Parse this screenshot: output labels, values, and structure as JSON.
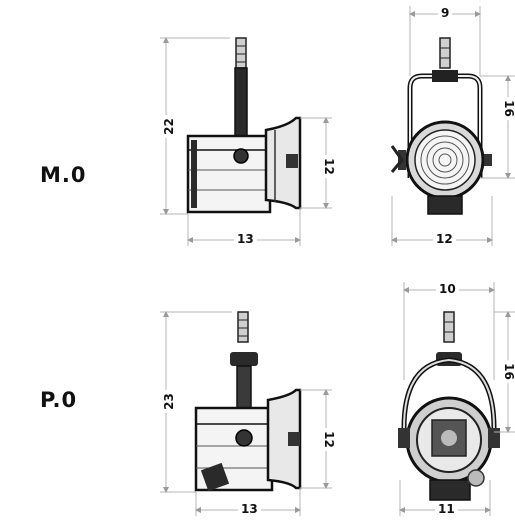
{
  "models": [
    {
      "label": "M.0",
      "side_view": {
        "height": "22",
        "lens_height": "12",
        "depth": "13"
      },
      "front_view": {
        "yoke_width": "9",
        "body_height": "16",
        "width": "12"
      }
    },
    {
      "label": "P.0",
      "side_view": {
        "height": "23",
        "lens_height": "12",
        "depth": "13"
      },
      "front_view": {
        "yoke_width": "10",
        "body_height": "16",
        "width": "11"
      }
    }
  ],
  "colors": {
    "line": "#b5b5b5",
    "fixture": "#1a1a1a",
    "metal": "#8a8a8a",
    "text": "#111111"
  }
}
